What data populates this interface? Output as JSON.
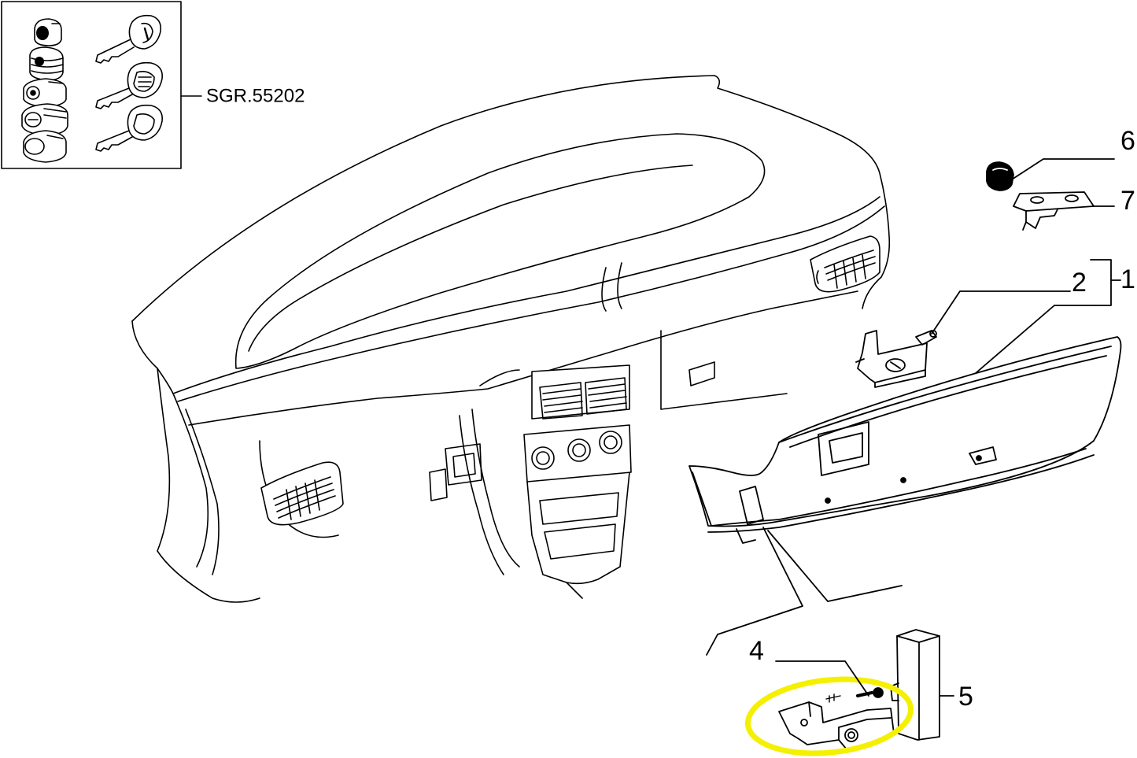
{
  "kit_reference": {
    "code": "SGR.55202"
  },
  "callouts": [
    {
      "id": "1",
      "label": "1"
    },
    {
      "id": "2",
      "label": "2"
    },
    {
      "id": "4",
      "label": "4"
    },
    {
      "id": "5",
      "label": "5"
    },
    {
      "id": "6",
      "label": "6"
    },
    {
      "id": "7",
      "label": "7"
    }
  ],
  "colors": {
    "ink": "#000000",
    "paper": "#ffffff",
    "highlight": "#f4f000"
  }
}
